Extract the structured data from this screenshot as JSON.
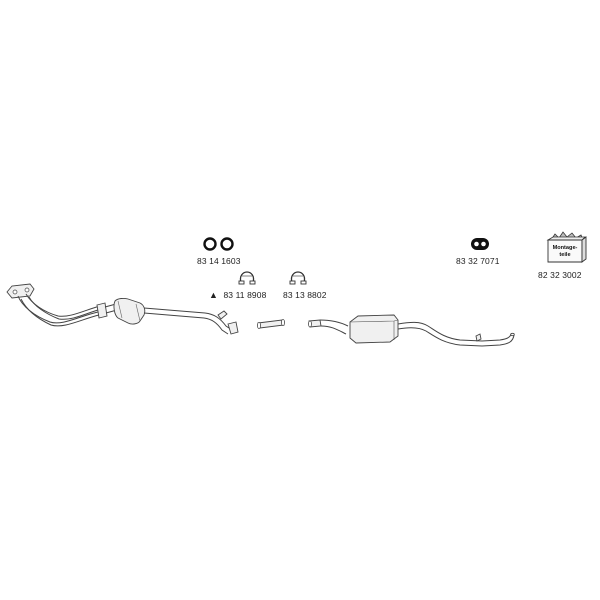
{
  "parts": {
    "gasket_rings": {
      "number": "83 14 1603",
      "icon": "o-ring-pair-icon"
    },
    "clamp_a": {
      "number": "83 11 8908",
      "icon": "pipe-clamp-icon",
      "marker": "▲"
    },
    "clamp_b": {
      "number": "83 13 8802",
      "icon": "pipe-clamp-icon"
    },
    "rubber_mount": {
      "number": "83 32 7071",
      "icon": "rubber-hanger-icon"
    },
    "mounting_kit": {
      "number": "82 32 3002",
      "icon": "mounting-kit-box-icon",
      "box_text": [
        "Montage-",
        "teile"
      ]
    }
  },
  "colors": {
    "line": "#444444",
    "fill": "#f0f0f0",
    "text": "#222222"
  }
}
